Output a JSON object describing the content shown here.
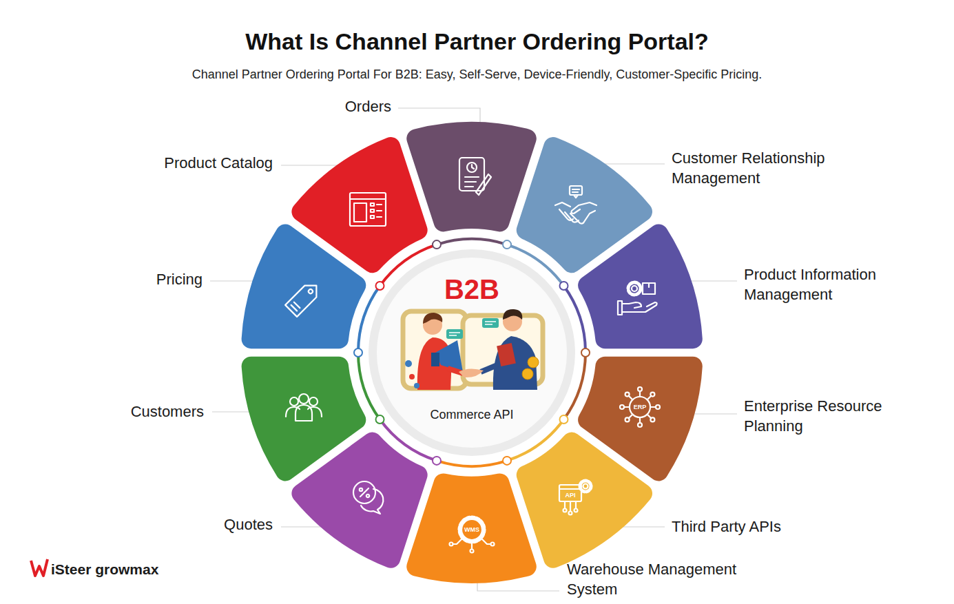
{
  "diagram": {
    "title": "What Is Channel Partner Ordering Portal?",
    "caption": "Channel Partner Ordering Portal For B2B: Easy, Self-Serve, Device-Friendly, Customer-Specific Pricing.",
    "nodes": [
      {
        "text": [
          "Orders"
        ]
      },
      {
        "text": [
          "Customer Relationship Management"
        ]
      },
      {
        "text": [
          "Product Information Management"
        ]
      },
      {
        "text": [
          "Enterprise Resource Planning"
        ]
      },
      {
        "text": [
          "Third Party APIs"
        ]
      },
      {
        "text": [
          "Warehouse Management System"
        ]
      },
      {
        "text": [
          "Quotes"
        ]
      },
      {
        "text": [
          "Customers"
        ]
      },
      {
        "text": [
          "Pricing"
        ]
      },
      {
        "text": [
          "Product Catalog"
        ]
      },
      {
        "text": [
          "B2B",
          "Commerce API"
        ]
      }
    ],
    "labels": [
      "ERP",
      "API",
      "WMS",
      "iSteer growmax"
    ]
  }
}
